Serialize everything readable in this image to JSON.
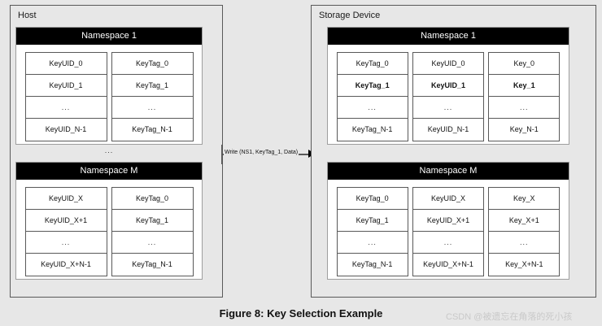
{
  "figure": {
    "caption": "Figure 8: Key Selection Example",
    "watermark": "CSDN @被遗忘在角落的死小孩",
    "background_color": "#e7e7e7",
    "header_color": "#000000",
    "border_color": "#595959"
  },
  "host": {
    "title": "Host",
    "gap_ellipsis": "...",
    "namespaces": [
      {
        "name": "Namespace 1",
        "columns": [
          {
            "cells": [
              {
                "text": "KeyUID_0",
                "bold": false
              },
              {
                "text": "KeyUID_1",
                "bold": false
              },
              {
                "text": "...",
                "bold": false
              },
              {
                "text": "KeyUID_N-1",
                "bold": false
              }
            ]
          },
          {
            "cells": [
              {
                "text": "KeyTag_0",
                "bold": false
              },
              {
                "text": "KeyTag_1",
                "bold": false
              },
              {
                "text": "...",
                "bold": false
              },
              {
                "text": "KeyTag_N-1",
                "bold": false
              }
            ]
          }
        ]
      },
      {
        "name": "Namespace M",
        "columns": [
          {
            "cells": [
              {
                "text": "KeyUID_X",
                "bold": false
              },
              {
                "text": "KeyUID_X+1",
                "bold": false
              },
              {
                "text": "...",
                "bold": false
              },
              {
                "text": "KeyUID_X+N-1",
                "bold": false
              }
            ]
          },
          {
            "cells": [
              {
                "text": "KeyTag_0",
                "bold": false
              },
              {
                "text": "KeyTag_1",
                "bold": false
              },
              {
                "text": "...",
                "bold": false
              },
              {
                "text": "KeyTag_N-1",
                "bold": false
              }
            ]
          }
        ]
      }
    ]
  },
  "device": {
    "title": "Storage Device",
    "namespaces": [
      {
        "name": "Namespace 1",
        "columns": [
          {
            "cells": [
              {
                "text": "KeyTag_0",
                "bold": false
              },
              {
                "text": "KeyTag_1",
                "bold": true
              },
              {
                "text": "...",
                "bold": false
              },
              {
                "text": "KeyTag_N-1",
                "bold": false
              }
            ]
          },
          {
            "cells": [
              {
                "text": "KeyUID_0",
                "bold": false
              },
              {
                "text": "KeyUID_1",
                "bold": true
              },
              {
                "text": "...",
                "bold": false
              },
              {
                "text": "KeyUID_N-1",
                "bold": false
              }
            ]
          },
          {
            "cells": [
              {
                "text": "Key_0",
                "bold": false
              },
              {
                "text": "Key_1",
                "bold": true
              },
              {
                "text": "...",
                "bold": false
              },
              {
                "text": "Key_N-1",
                "bold": false
              }
            ]
          }
        ]
      },
      {
        "name": "Namespace M",
        "columns": [
          {
            "cells": [
              {
                "text": "KeyTag_0",
                "bold": false
              },
              {
                "text": "KeyTag_1",
                "bold": false
              },
              {
                "text": "...",
                "bold": false
              },
              {
                "text": "KeyTag_N-1",
                "bold": false
              }
            ]
          },
          {
            "cells": [
              {
                "text": "KeyUID_X",
                "bold": false
              },
              {
                "text": "KeyUID_X+1",
                "bold": false
              },
              {
                "text": "...",
                "bold": false
              },
              {
                "text": "KeyUID_X+N-1",
                "bold": false
              }
            ]
          },
          {
            "cells": [
              {
                "text": "Key_X",
                "bold": false
              },
              {
                "text": "Key_X+1",
                "bold": false
              },
              {
                "text": "...",
                "bold": false
              },
              {
                "text": "Key_X+N-1",
                "bold": false
              }
            ]
          }
        ]
      }
    ]
  },
  "arrow": {
    "label": "Write (NS1, KeyTag_1, Data)",
    "direction": "host-to-device"
  }
}
